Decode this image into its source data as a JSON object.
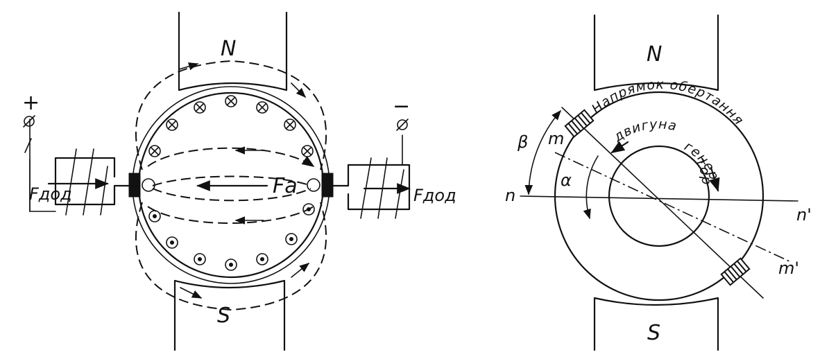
{
  "left_figure": {
    "pole_top": "N",
    "pole_bottom": "S",
    "terminal_plus": "+",
    "terminal_minus": "−",
    "armature_force": "Fa",
    "aux_force_left": "Fдод",
    "aux_force_right": "Fдод"
  },
  "right_figure": {
    "pole_top": "N",
    "pole_bottom": "S",
    "axis_n": "n",
    "axis_n_prime": "n'",
    "axis_m": "m",
    "axis_m_prime": "m'",
    "angle_alpha": "α",
    "angle_beta": "β",
    "rotation_label": "Напрямок обертання",
    "motor_label": "двигуна",
    "generator_label_1": "генера-",
    "generator_label_2": "тора"
  }
}
